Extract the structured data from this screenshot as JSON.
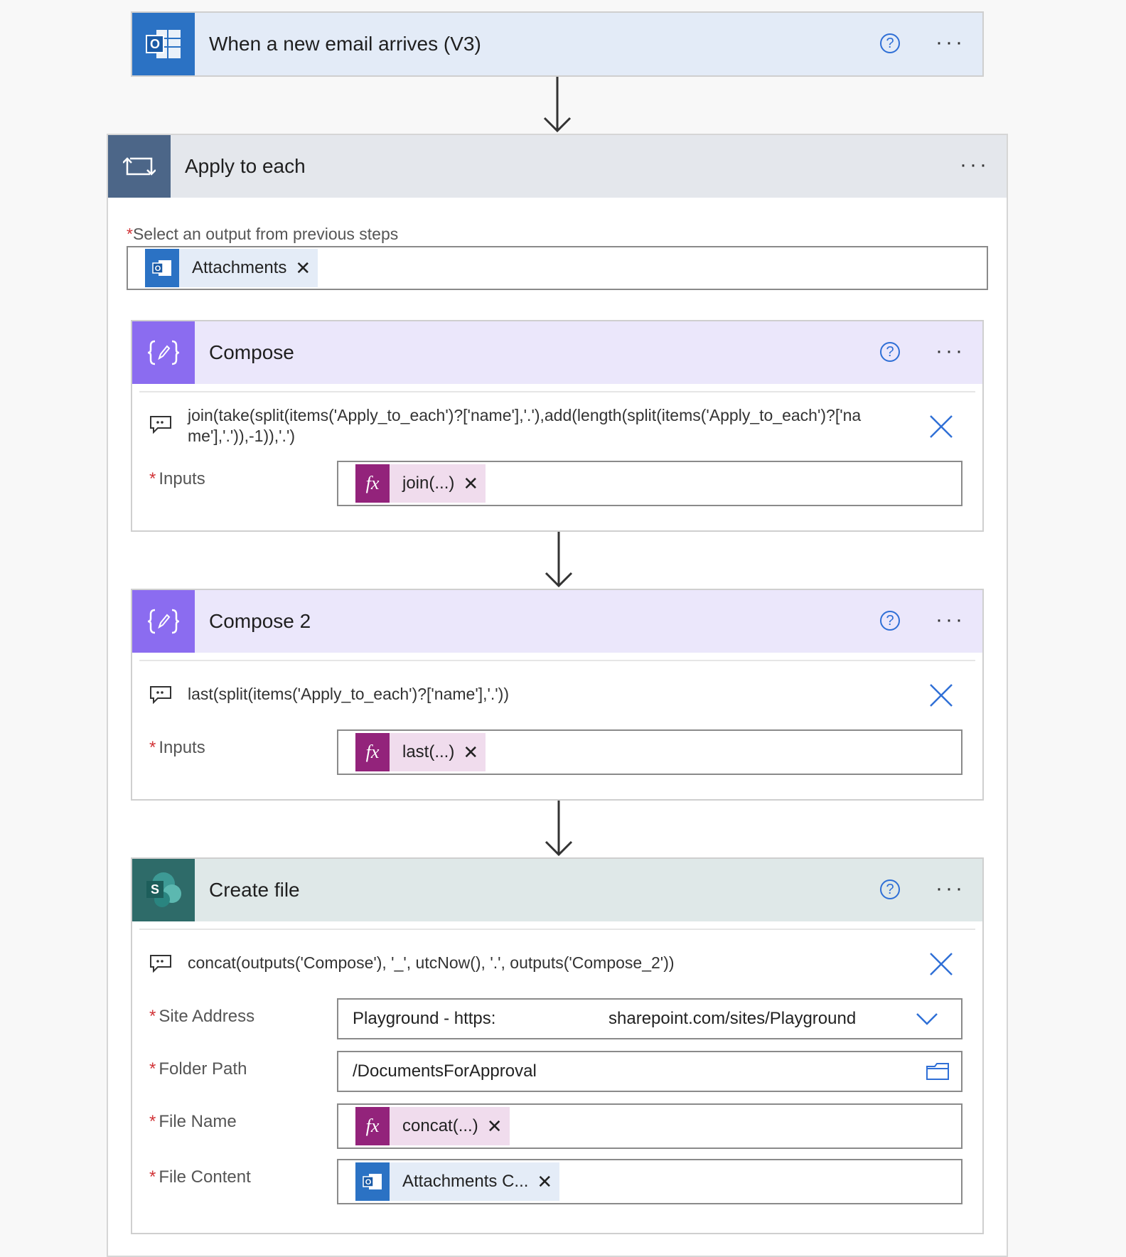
{
  "trigger": {
    "title": "When a new email arrives (V3)",
    "help": "?",
    "more": "···"
  },
  "apply": {
    "title": "Apply to each",
    "more": "···",
    "select_label": "Select an output from previous steps",
    "required_mark": "*",
    "token_label": "Attachments",
    "token_remove": "✕"
  },
  "compose": {
    "title": "Compose",
    "help": "?",
    "more": "···",
    "expression": "join(take(split(items('Apply_to_each')?['name'],'.'),add(length(split(items('Apply_to_each')?['name'],'.')),-1)),'.')",
    "inputs_label": "Inputs",
    "token_label": "join(...)",
    "token_remove": "✕",
    "fx": "fx"
  },
  "compose2": {
    "title": "Compose 2",
    "help": "?",
    "more": "···",
    "expression": "last(split(items('Apply_to_each')?['name'],'.'))",
    "inputs_label": "Inputs",
    "token_label": "last(...)",
    "token_remove": "✕",
    "fx": "fx"
  },
  "create_file": {
    "title": "Create file",
    "help": "?",
    "more": "···",
    "expression": "concat(outputs('Compose'), '_', utcNow(), '.', outputs('Compose_2'))",
    "site_label": "Site Address",
    "site_value_a": "Playground - https:",
    "site_value_b": "sharepoint.com/sites/Playground",
    "folder_label": "Folder Path",
    "folder_value": "/DocumentsForApproval",
    "filename_label": "File Name",
    "filename_token": "concat(...)",
    "filecontent_label": "File Content",
    "filecontent_token": "Attachments C...",
    "token_remove": "✕",
    "fx": "fx",
    "sp_letter": "S"
  },
  "colors": {
    "outlook": "#2b72c4",
    "trigger_header": "#e3ebf7",
    "apply_icon": "#4c6688",
    "apply_header": "#e4e7ec",
    "compose_icon": "#8b6cf0",
    "compose_header": "#ebe7fb",
    "sharepoint_icon": "#2e6b69",
    "create_header": "#dfe8e8",
    "fx_bg": "#93237b",
    "fx_token": "#f0dced",
    "outlook_token": "#e4ecf7"
  }
}
